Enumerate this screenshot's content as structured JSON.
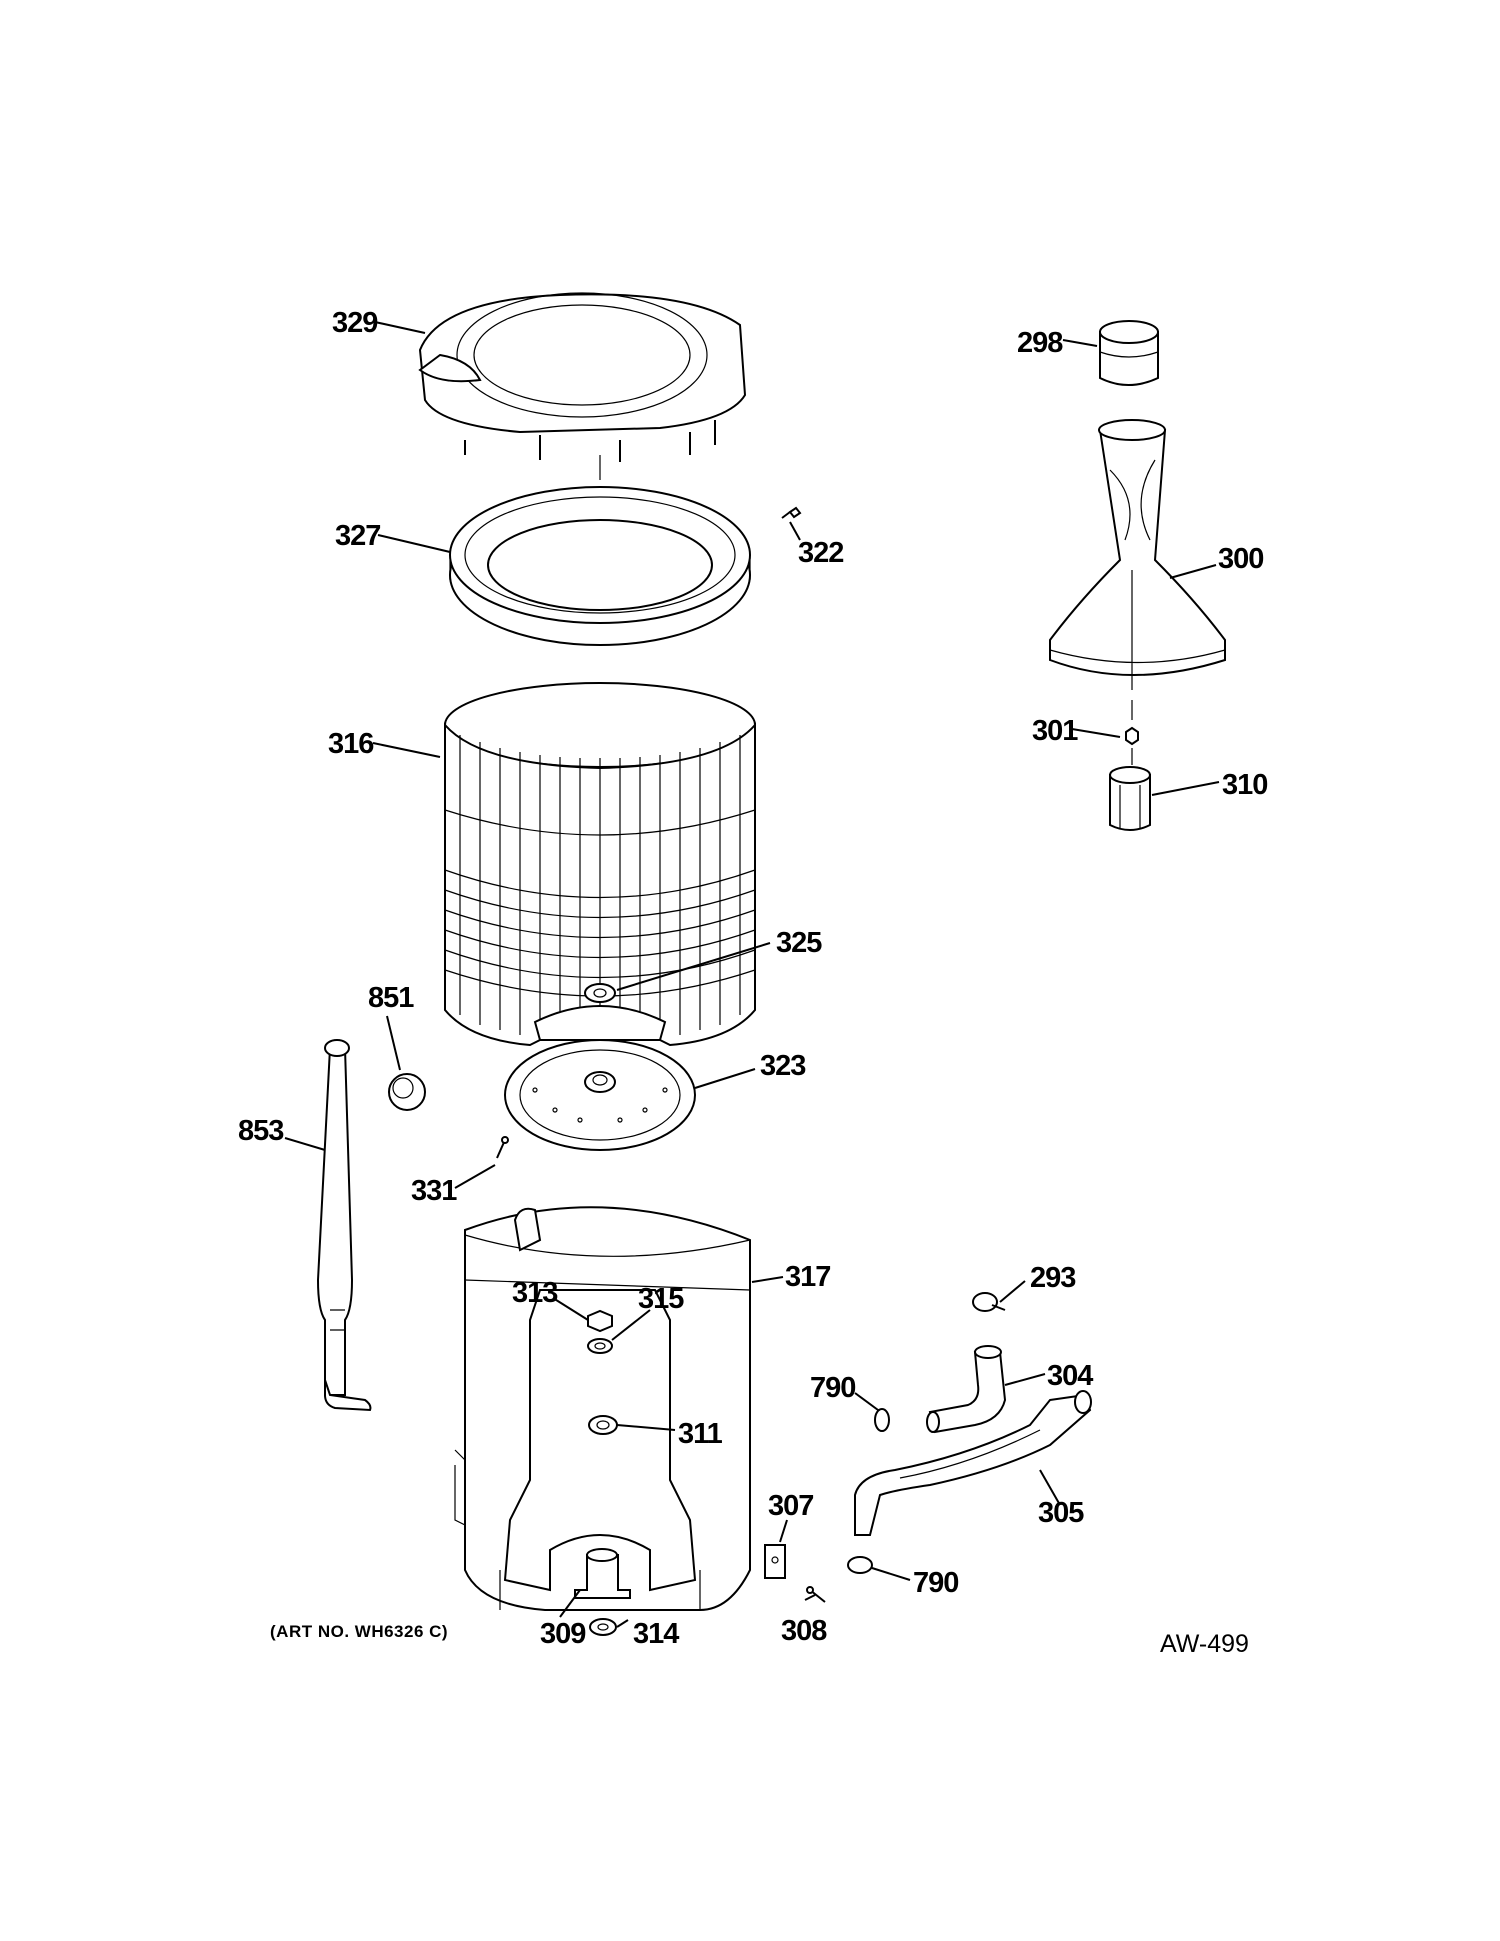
{
  "diagram": {
    "art_number": "(ART NO. WH6326 C)",
    "drawing_code": "AW-499",
    "callouts": {
      "p329": "329",
      "p298": "298",
      "p327": "327",
      "p322": "322",
      "p300": "300",
      "p316": "316",
      "p301": "301",
      "p310": "310",
      "p325": "325",
      "p851": "851",
      "p323": "323",
      "p853": "853",
      "p331": "331",
      "p317": "317",
      "p313": "313",
      "p315": "315",
      "p293": "293",
      "p304": "304",
      "p790a": "790",
      "p311": "311",
      "p307": "307",
      "p305": "305",
      "p790b": "790",
      "p309": "309",
      "p314": "314",
      "p308": "308"
    }
  }
}
